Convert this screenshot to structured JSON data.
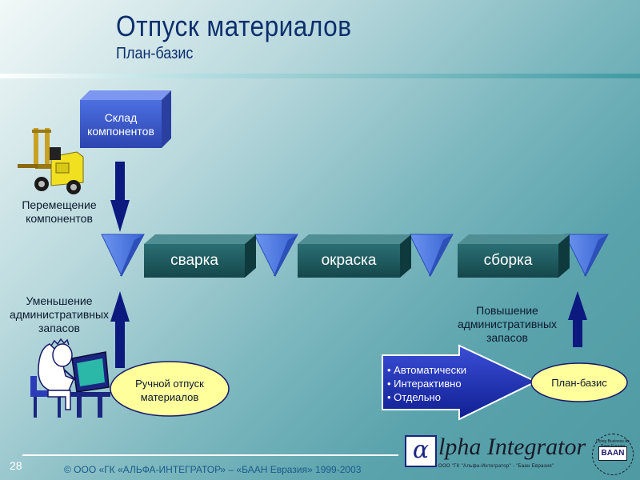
{
  "header": {
    "title": "Отпуск материалов",
    "subtitle": "План-базис"
  },
  "nodes": {
    "warehouse": {
      "line1": "Склад",
      "line2": "компонентов"
    },
    "processes": [
      "сварка",
      "окраска",
      "сборка"
    ],
    "manual_release": {
      "line1": "Ручной отпуск",
      "line2": "материалов"
    },
    "plan_basis": "План-базис"
  },
  "labels": {
    "movement": {
      "line1": "Перемещение",
      "line2": "компонентов"
    },
    "reduction": {
      "line1": "Уменьшение",
      "line2": "административных",
      "line3": "запасов"
    },
    "increase": {
      "line1": "Повышение",
      "line2": "административных",
      "line3": "запасов"
    }
  },
  "big_arrow_bullets": [
    "• Автоматически",
    "• Интерактивно",
    "• Отдельно"
  ],
  "footer": {
    "page_number": "28",
    "copyright": "© ООО «ГК «АЛЬФА-ИНТЕГРАТОР» – «БААН Евразия» 1999-2003"
  },
  "logo": {
    "alpha": "α",
    "name": "lpha Integrator",
    "tagline": "ООО \"ГК \"Альфа-Интегратор\" - \"Баан Евразия\"",
    "badge": "BAAN",
    "badge_ring": "Doing Business As Baan Eurasia"
  },
  "colors": {
    "box_blue": "#3d5cc8",
    "box_dark_teal": "#1f5a5e",
    "funnel_blue": "#4f7fe6",
    "arrow_navy": "#0c1a80",
    "title_navy": "#0d2f6e"
  }
}
